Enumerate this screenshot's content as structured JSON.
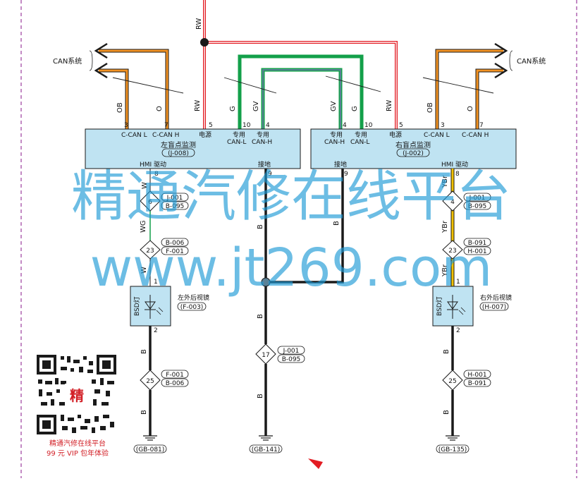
{
  "left_module": {
    "name": "左盲点监测",
    "code": "(J-008)",
    "pins": {
      "ob": "3",
      "o": "7",
      "rw": "5",
      "g": "10",
      "gv": "4",
      "w": "8",
      "b": "9"
    },
    "pin_labels": {
      "ccanl": "C-CAN L",
      "ccanh": "C-CAN H",
      "power": "电源",
      "spec1": "专用",
      "spec2": "专用",
      "canl": "CAN-L",
      "canh": "CAN-H",
      "hmi": "HMI 驱动",
      "ground": "接地"
    }
  },
  "right_module": {
    "name": "右盲点监测",
    "code": "(J-002)",
    "pins": {
      "gv": "4",
      "g": "10",
      "rw": "5",
      "ob": "3",
      "o": "7",
      "b": "9",
      "ybr": "8"
    },
    "pin_labels": {
      "spec1": "专用",
      "spec2": "专用",
      "canh": "CAN-H",
      "canl": "CAN-L",
      "power": "电源",
      "ccanl": "C-CAN L",
      "ccanh": "C-CAN H",
      "ground": "接地",
      "hmi": "HMI 驱动"
    }
  },
  "can_labels": {
    "left": "CAN系统",
    "right": "CAN系统"
  },
  "wire_colors": {
    "rw": "RW",
    "ob": "OB",
    "o": "O",
    "g": "G",
    "gv": "GV",
    "w": "W",
    "wg": "WG",
    "b": "B",
    "ybr": "YBr"
  },
  "connectors": {
    "j001_left": {
      "pin": "6",
      "a": "J-001",
      "b": "B-095"
    },
    "b006": {
      "pin": "23",
      "a": "B-006",
      "b": "F-001"
    },
    "j001_right": {
      "pin": "4",
      "a": "J-001",
      "b": "B-095"
    },
    "b091": {
      "pin": "23",
      "a": "B-091",
      "b": "H-001"
    },
    "j001_mid": {
      "pin": "17",
      "a": "J-001",
      "b": "B-095"
    },
    "f001": {
      "pin": "25",
      "a": "F-001",
      "b": "B-006"
    },
    "h001": {
      "pin": "25",
      "a": "H-001",
      "b": "B-091"
    }
  },
  "mirrors": {
    "left": {
      "name": "左外后视镜",
      "code": "(F-003)",
      "label": "BSD灯",
      "pin_top": "1",
      "pin_bottom": "2"
    },
    "right": {
      "name": "右外后视镜",
      "code": "(H-007)",
      "label": "BSD灯",
      "pin_top": "1",
      "pin_bottom": "2"
    }
  },
  "grounds": {
    "left": "(GB-081)",
    "mid": "(GB-141)",
    "right": "(GB-135)"
  },
  "watermark": {
    "line1": "精通汽修在线平台",
    "line2": "www.jt269.com"
  },
  "footer": {
    "line1": "精通汽修在线平台",
    "line2": "99 元 VIP 包年体验",
    "qr_char": "精"
  },
  "colors": {
    "orange": "#f39323",
    "green": "#13a04a",
    "blue_grey": "#5b8196",
    "red": "#e31c23",
    "black": "#1a1a1a",
    "module_fill": "#bfe3f2",
    "yellow": "#f2c100",
    "border": "#9b3d9c"
  }
}
